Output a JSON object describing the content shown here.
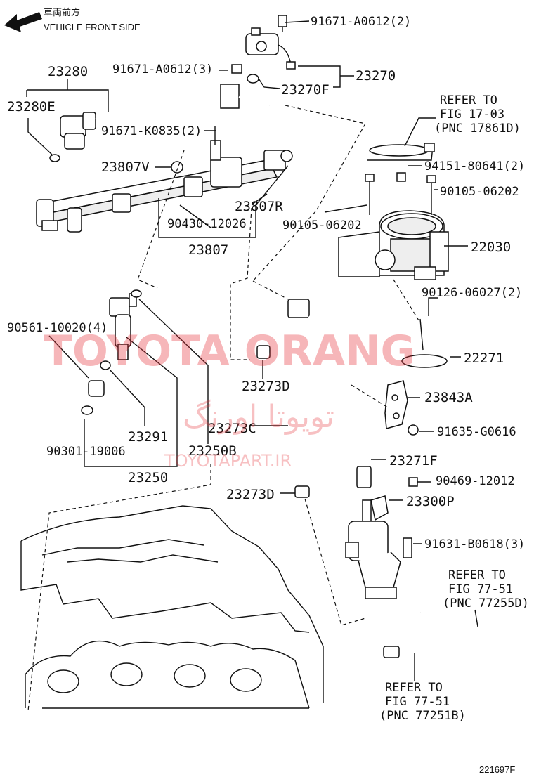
{
  "header": {
    "direction_jp": "車両前方",
    "direction_en": "VEHICLE FRONT SIDE"
  },
  "labels": {
    "p91671_A0612_2": "91671-A0612(2)",
    "p23270": "23270",
    "p23270F": "23270F",
    "p91671_A0612_3": "91671-A0612(3)",
    "p23280": "23280",
    "p23280E": "23280E",
    "p91671_K0835_2": "91671-K0835(2)",
    "p23807V": "23807V",
    "p23807R": "23807R",
    "p90430_12026": "90430-12026",
    "p23807": "23807",
    "p94151_80641_2": "94151-80641(2)",
    "p90105_06202_a": "90105-06202",
    "p90105_06202_b": "90105-06202",
    "p22030": "22030",
    "p90126_06027_2": "90126-06027(2)",
    "p22271": "22271",
    "p90561_10020_4": "90561-10020(4)",
    "p23273D_a": "23273D",
    "p23843A": "23843A",
    "p23273C": "23273C",
    "p91635_G0616": "91635-G0616",
    "p23291": "23291",
    "p23250B": "23250B",
    "p90301_19006": "90301-19006",
    "p23271F": "23271F",
    "p23250": "23250",
    "p90469_12012": "90469-12012",
    "p23273D_b": "23273D",
    "p23300P": "23300P",
    "p91631_B0618_3": "91631-B0618(3)"
  },
  "refs": {
    "r1": [
      "REFER TO",
      "FIG 17-03",
      "(PNC 17861D)"
    ],
    "r2": [
      "REFER TO",
      "FIG 77-51",
      "(PNC 77255D)"
    ],
    "r3": [
      "REFER TO",
      "FIG 77-51",
      "(PNC 77251B)"
    ]
  },
  "watermark": {
    "main": "TOYOTA ORANG",
    "persian": "تویوتا اورنگ",
    "site": "TOYOTAPART.IR"
  },
  "footer": {
    "figure_code": "221697F"
  }
}
